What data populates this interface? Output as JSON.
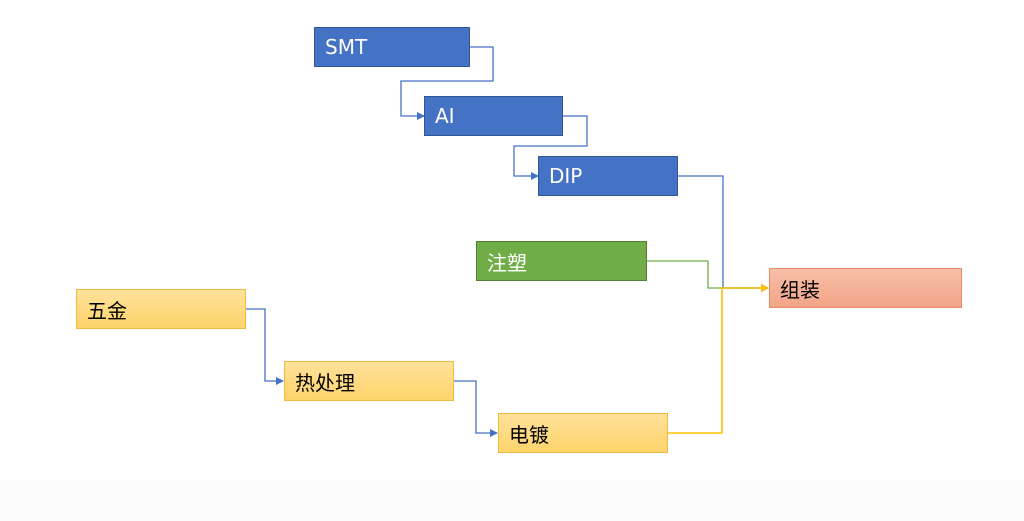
{
  "diagram": {
    "nodes": {
      "smt": "SMT",
      "ai": "AI",
      "dip": "DIP",
      "injection": "注塑",
      "assembly": "组装",
      "hardware": "五金",
      "heat_treatment": "热处理",
      "plating": "电镀"
    },
    "colors": {
      "blue": "#4472c4",
      "green": "#70ad47",
      "yellow": "#ffd966",
      "salmon": "#f4b183",
      "line_blue": "#4472c4",
      "line_green": "#70ad47",
      "line_yellow": "#ffc000"
    }
  }
}
